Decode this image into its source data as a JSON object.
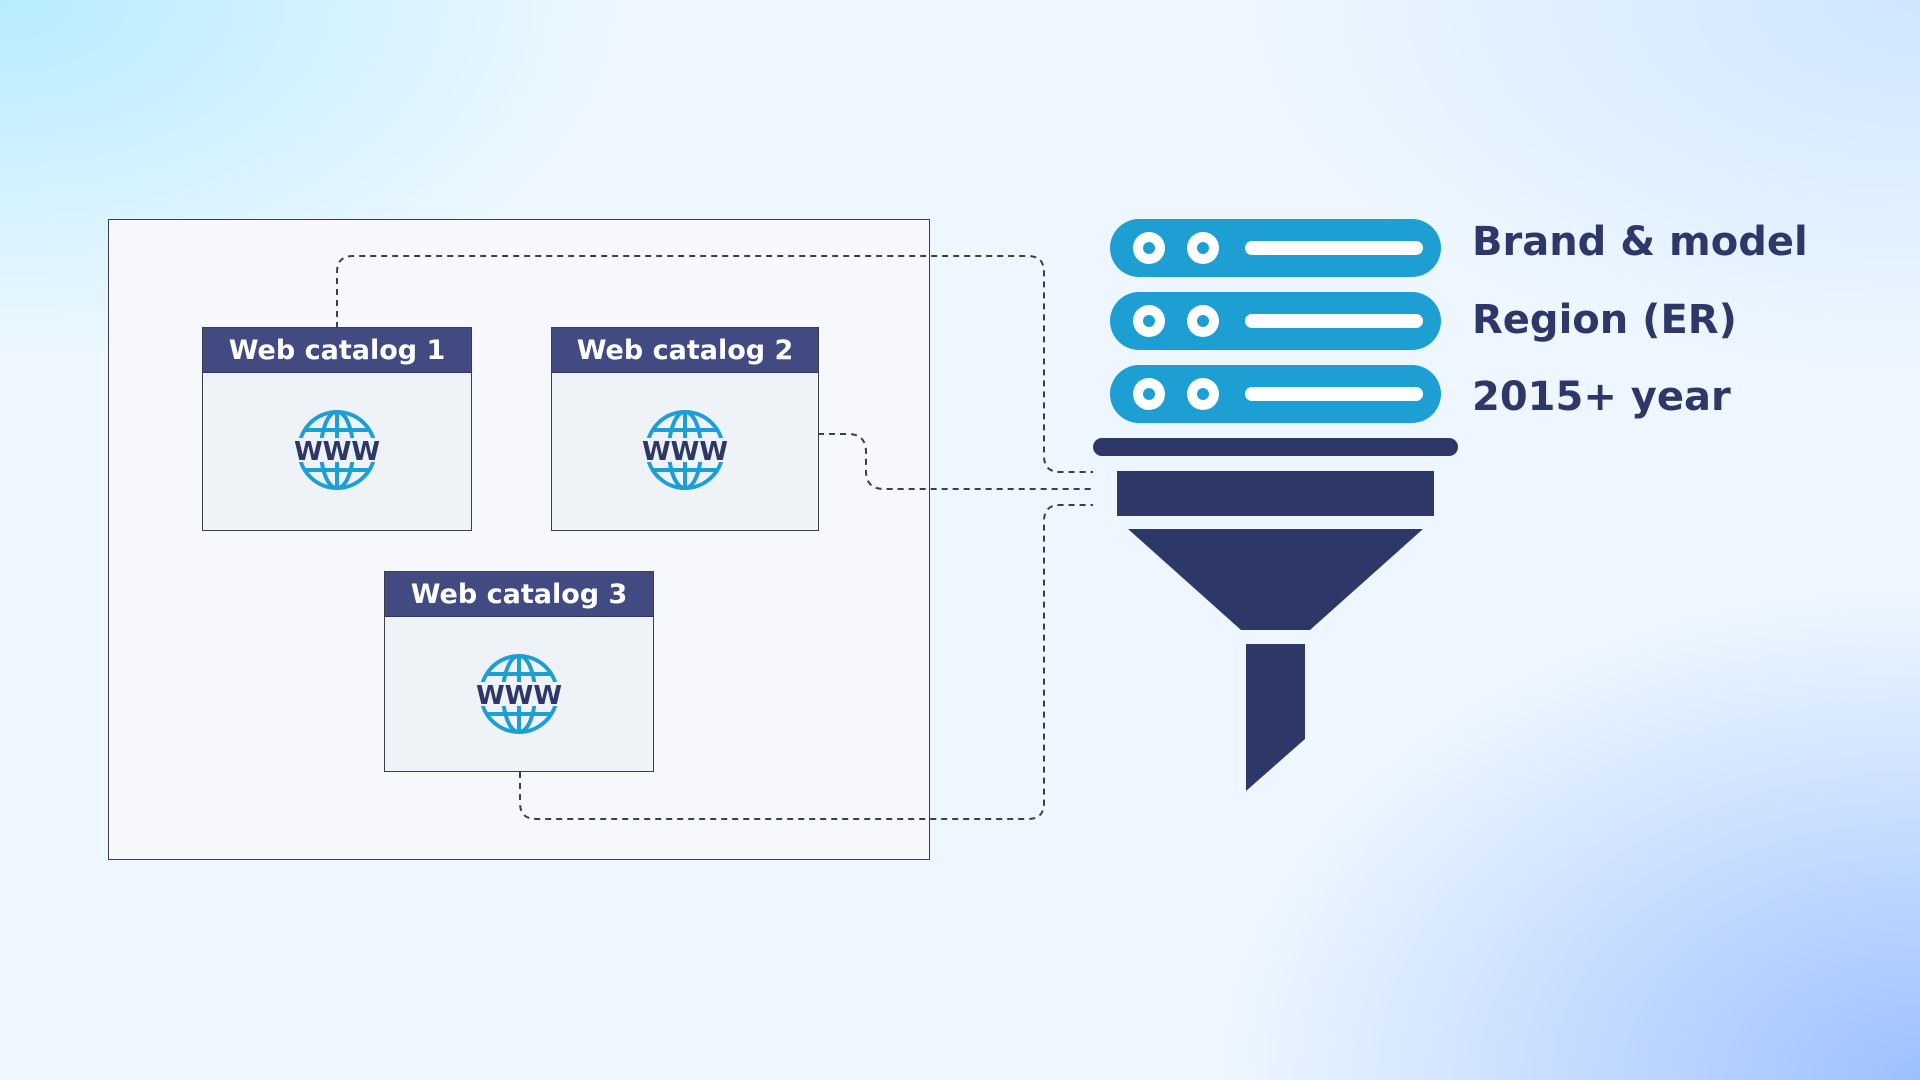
{
  "catalogs": [
    {
      "title": "Web catalog 1",
      "icon": "www-globe-icon"
    },
    {
      "title": "Web catalog 2",
      "icon": "www-globe-icon"
    },
    {
      "title": "Web catalog 3",
      "icon": "www-globe-icon"
    }
  ],
  "globe_text": "WWW",
  "filters": [
    {
      "label": "Brand & model",
      "icon": "filter-row-icon"
    },
    {
      "label": "Region (ER)",
      "icon": "filter-row-icon"
    },
    {
      "label": "2015+ year",
      "icon": "filter-row-icon"
    }
  ],
  "funnel_icon": "funnel-icon",
  "colors": {
    "navy": "#2d3868",
    "header": "#424a82",
    "accent_blue": "#1e9fd4",
    "connector": "#3b3f4a"
  }
}
